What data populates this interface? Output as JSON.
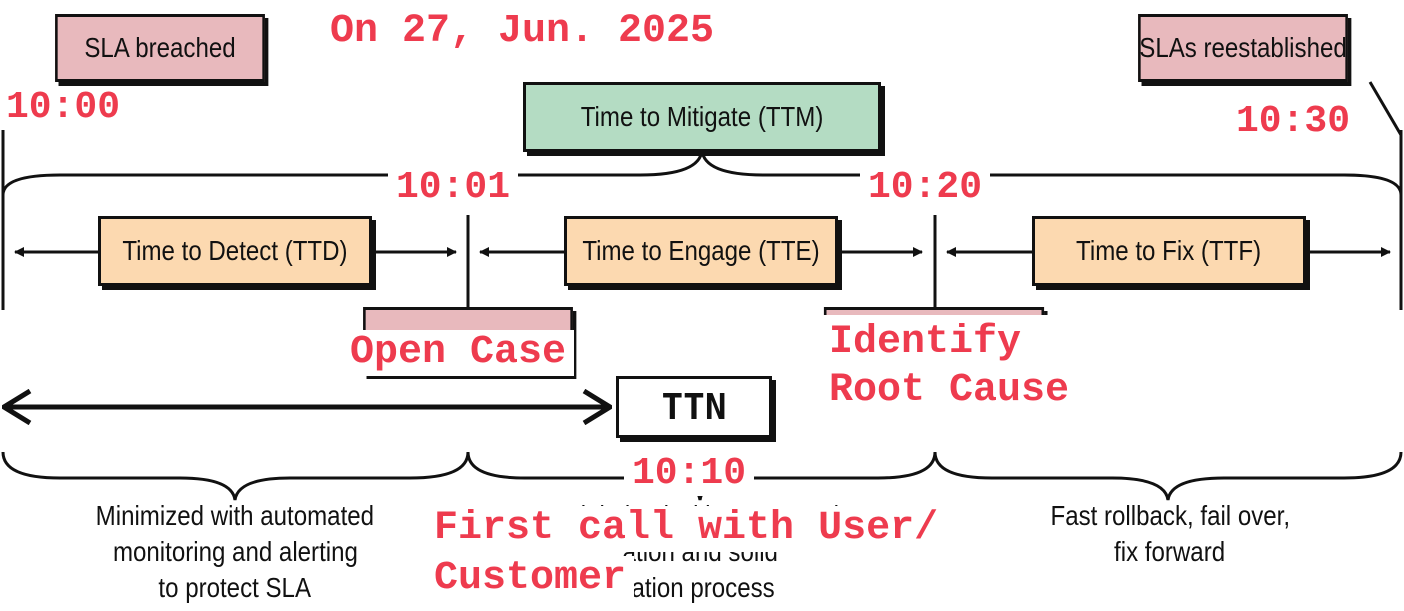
{
  "date_banner": "On 27, Jun. 2025",
  "events": {
    "sla_breached": "SLA breached",
    "slas_reestablished": "SLAs reestablished",
    "open_case": "Open Case",
    "identify_root_cause_line1": "Identify",
    "identify_root_cause_line2": "Root Cause",
    "first_call_line1": "First call with User/",
    "first_call_line2": "Customer"
  },
  "times": {
    "t1000": "10:00",
    "t1001": "10:01",
    "t1010": "10:10",
    "t1020": "10:20",
    "t1030": "10:30"
  },
  "phases": {
    "ttm": "Time to Mitigate (TTM)",
    "ttd": "Time to Detect (TTD)",
    "tte": "Time to Engage (TTE)",
    "ttf": "Time to Fix (TTF)",
    "ttn": "TTN"
  },
  "notes": {
    "left": [
      "Minimized with automated",
      "monitoring and alerting",
      "to protect SLA"
    ],
    "middle": [
      "Minimized with automated",
      "ation and solid",
      "lation process"
    ],
    "right": [
      "Fast rollback, fail over,",
      "fix forward"
    ]
  },
  "colors": {
    "stamp_red": "#ee3b4e",
    "sla_pink": "#e8b9bd",
    "ttm_green": "#b4dcc3",
    "phase_peach": "#fcd9b0"
  }
}
